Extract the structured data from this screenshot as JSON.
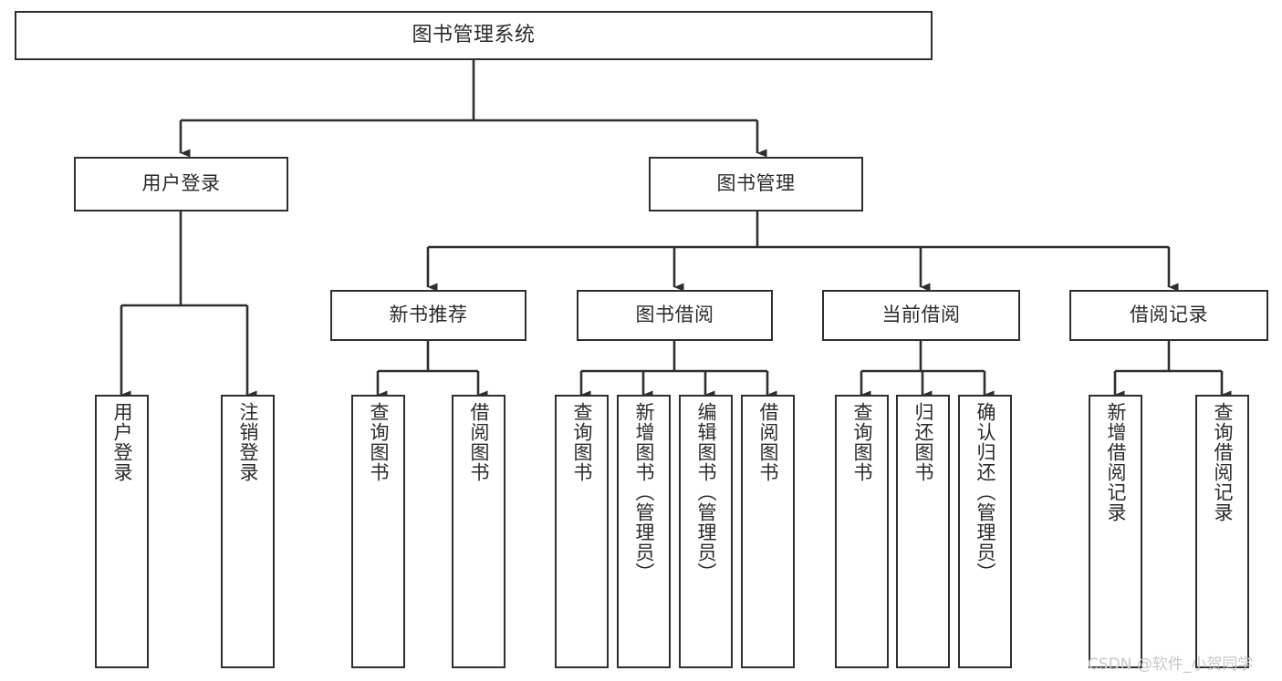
{
  "diagram": {
    "title": "图书管理系统",
    "type": "tree-hierarchy",
    "orientation": "top-down",
    "line_color": "#2f2f2f",
    "text_color": "#2b2b2b",
    "background": "#ffffff",
    "root": {
      "label": "图书管理系统"
    },
    "level2": [
      {
        "label": "用户登录"
      },
      {
        "label": "图书管理"
      }
    ],
    "level3": [
      {
        "label": "新书推荐"
      },
      {
        "label": "图书借阅"
      },
      {
        "label": "当前借阅"
      },
      {
        "label": "借阅记录"
      }
    ],
    "leaves": {
      "user_login": [
        {
          "label": "用户登录"
        },
        {
          "label": "注销登录"
        }
      ],
      "new_book": [
        {
          "label": "查询图书"
        },
        {
          "label": "借阅图书"
        }
      ],
      "book_borrow": [
        {
          "label": "查询图书"
        },
        {
          "label": "新增图书（管理员）"
        },
        {
          "label": "编辑图书（管理员）"
        },
        {
          "label": "借阅图书"
        }
      ],
      "current_borrow": [
        {
          "label": "查询图书"
        },
        {
          "label": "归还图书"
        },
        {
          "label": "确认归还（管理员）"
        }
      ],
      "borrow_record": [
        {
          "label": "新增借阅记录"
        },
        {
          "label": "查询借阅记录"
        }
      ]
    }
  },
  "watermark": {
    "text": "CSDN @软件_小贺同学"
  }
}
